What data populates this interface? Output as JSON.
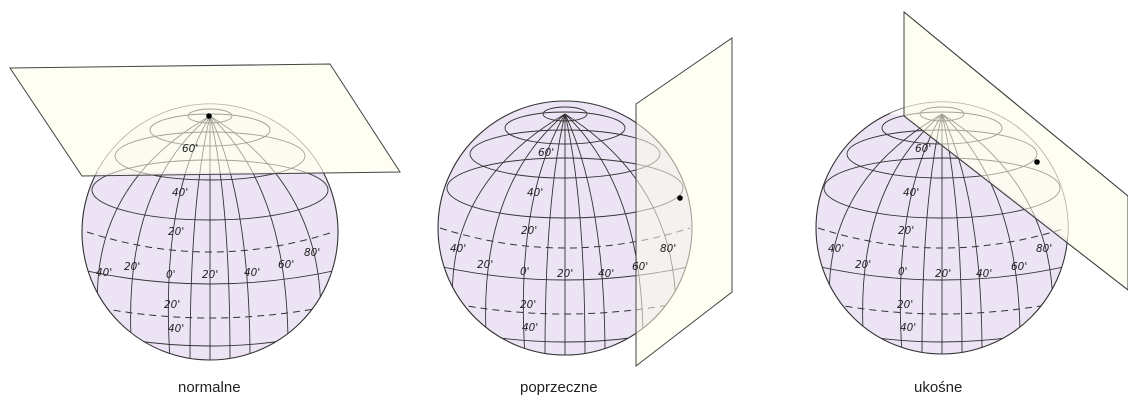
{
  "panels": [
    {
      "caption": "normalne",
      "labels": [
        "60'",
        "40'",
        "20'",
        "40'",
        "20'",
        "0'",
        "20'",
        "40'",
        "60'",
        "80'",
        "20'",
        "40'"
      ]
    },
    {
      "caption": "poprzeczne",
      "labels": [
        "60'",
        "40'",
        "20'",
        "40'",
        "20'",
        "0'",
        "20'",
        "40'",
        "60'",
        "80'",
        "20'",
        "40'"
      ]
    },
    {
      "caption": "ukośne",
      "labels": [
        "60'",
        "40'",
        "20'",
        "40'",
        "20'",
        "0'",
        "20'",
        "40'",
        "60'",
        "80'",
        "20'",
        "40'"
      ]
    }
  ],
  "colors": {
    "sphere_fill": "#ece3f5",
    "plane_fill": "#fdfde8",
    "line": "#333333"
  }
}
